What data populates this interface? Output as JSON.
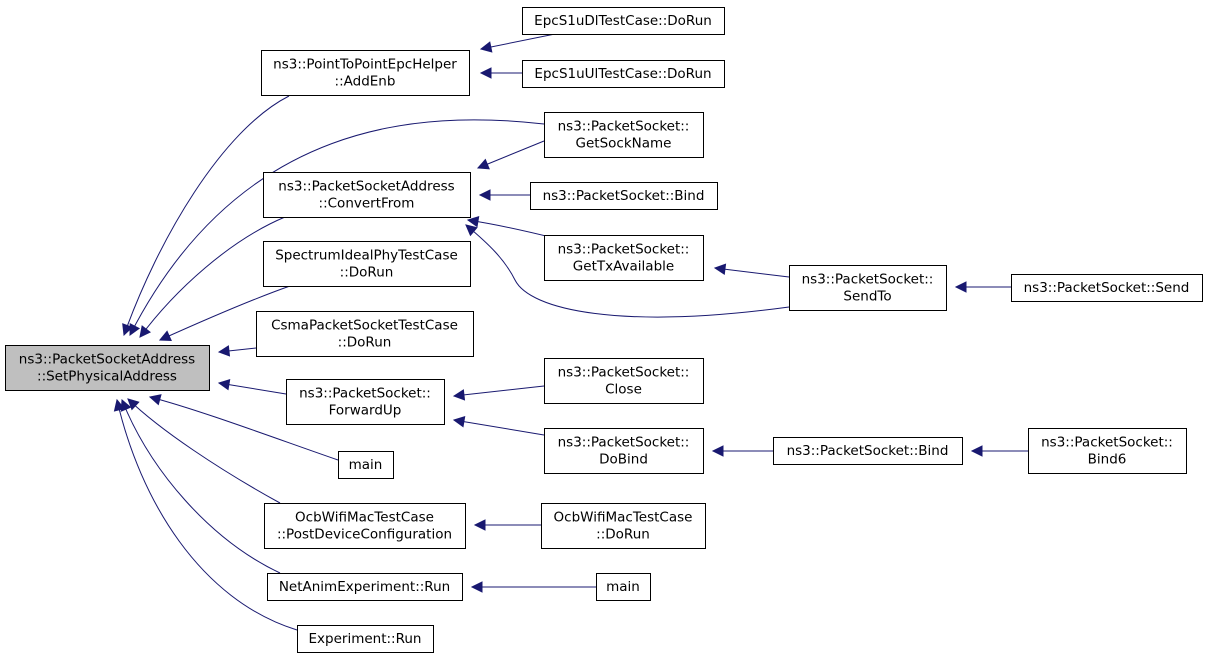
{
  "graph": {
    "edge_color": "#191970",
    "root_fill": "#bfbfbf",
    "nodes": [
      {
        "id": "n0",
        "lines": [
          "ns3::PacketSocketAddress",
          "::SetPhysicalAddress"
        ],
        "root": true
      },
      {
        "id": "n1",
        "lines": [
          "ns3::PointToPointEpcHelper",
          "::AddEnb"
        ]
      },
      {
        "id": "n2",
        "lines": [
          "EpcS1uDlTestCase::DoRun"
        ]
      },
      {
        "id": "n3",
        "lines": [
          "EpcS1uUlTestCase::DoRun"
        ]
      },
      {
        "id": "n4",
        "lines": [
          "ns3::PacketSocket::",
          "GetSockName"
        ]
      },
      {
        "id": "n5",
        "lines": [
          "ns3::PacketSocketAddress",
          "::ConvertFrom"
        ]
      },
      {
        "id": "n6",
        "lines": [
          "ns3::PacketSocket::Bind"
        ]
      },
      {
        "id": "n7",
        "lines": [
          "ns3::PacketSocket::",
          "GetTxAvailable"
        ]
      },
      {
        "id": "n8",
        "lines": [
          "ns3::PacketSocket::",
          "SendTo"
        ]
      },
      {
        "id": "n9",
        "lines": [
          "ns3::PacketSocket::Send"
        ]
      },
      {
        "id": "n10",
        "lines": [
          "SpectrumIdealPhyTestCase",
          "::DoRun"
        ]
      },
      {
        "id": "n11",
        "lines": [
          "CsmaPacketSocketTestCase",
          "::DoRun"
        ]
      },
      {
        "id": "n12",
        "lines": [
          "ns3::PacketSocket::",
          "ForwardUp"
        ]
      },
      {
        "id": "n13",
        "lines": [
          "ns3::PacketSocket::",
          "Close"
        ]
      },
      {
        "id": "n14",
        "lines": [
          "ns3::PacketSocket::",
          "DoBind"
        ]
      },
      {
        "id": "n15",
        "lines": [
          "ns3::PacketSocket::Bind"
        ]
      },
      {
        "id": "n16",
        "lines": [
          "ns3::PacketSocket::",
          "Bind6"
        ]
      },
      {
        "id": "n17",
        "lines": [
          "main"
        ]
      },
      {
        "id": "n18",
        "lines": [
          "OcbWifiMacTestCase",
          "::PostDeviceConfiguration"
        ]
      },
      {
        "id": "n19",
        "lines": [
          "OcbWifiMacTestCase",
          "::DoRun"
        ]
      },
      {
        "id": "n20",
        "lines": [
          "NetAnimExperiment::Run"
        ]
      },
      {
        "id": "n21",
        "lines": [
          "main"
        ]
      },
      {
        "id": "n22",
        "lines": [
          "Experiment::Run"
        ]
      }
    ],
    "edges": [
      {
        "from": "n1",
        "to": "n0"
      },
      {
        "from": "n4",
        "to": "n0"
      },
      {
        "from": "n5",
        "to": "n0"
      },
      {
        "from": "n10",
        "to": "n0"
      },
      {
        "from": "n11",
        "to": "n0"
      },
      {
        "from": "n12",
        "to": "n0"
      },
      {
        "from": "n17",
        "to": "n0"
      },
      {
        "from": "n18",
        "to": "n0"
      },
      {
        "from": "n20",
        "to": "n0"
      },
      {
        "from": "n22",
        "to": "n0"
      },
      {
        "from": "n2",
        "to": "n1"
      },
      {
        "from": "n3",
        "to": "n1"
      },
      {
        "from": "n4",
        "to": "n5"
      },
      {
        "from": "n6",
        "to": "n5"
      },
      {
        "from": "n7",
        "to": "n5"
      },
      {
        "from": "n8",
        "to": "n5"
      },
      {
        "from": "n8",
        "to": "n7"
      },
      {
        "from": "n9",
        "to": "n8"
      },
      {
        "from": "n13",
        "to": "n12"
      },
      {
        "from": "n14",
        "to": "n12"
      },
      {
        "from": "n15",
        "to": "n14"
      },
      {
        "from": "n16",
        "to": "n15"
      },
      {
        "from": "n19",
        "to": "n18"
      },
      {
        "from": "n21",
        "to": "n20"
      }
    ]
  }
}
